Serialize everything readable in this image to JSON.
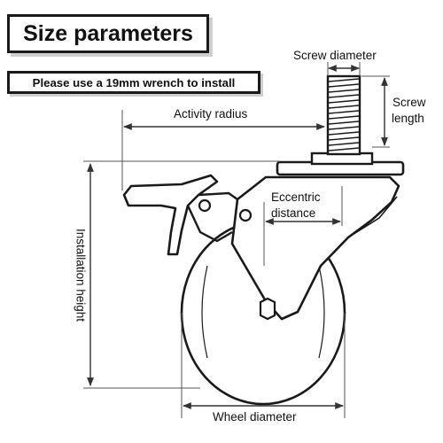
{
  "header": {
    "title": "Size parameters",
    "note": "Please use a 19mm wrench to install"
  },
  "dimensions": {
    "screw_diameter": "Screw diameter",
    "screw_length_line1": "Screw",
    "screw_length_line2": "length",
    "activity_radius": "Activity radius",
    "eccentric_line1": "Eccentric",
    "eccentric_line2": "distance",
    "installation_height": "Installation height",
    "wheel_diameter": "Wheel diameter"
  },
  "colors": {
    "line": "#1a1a1a",
    "dimension": "#555555"
  }
}
